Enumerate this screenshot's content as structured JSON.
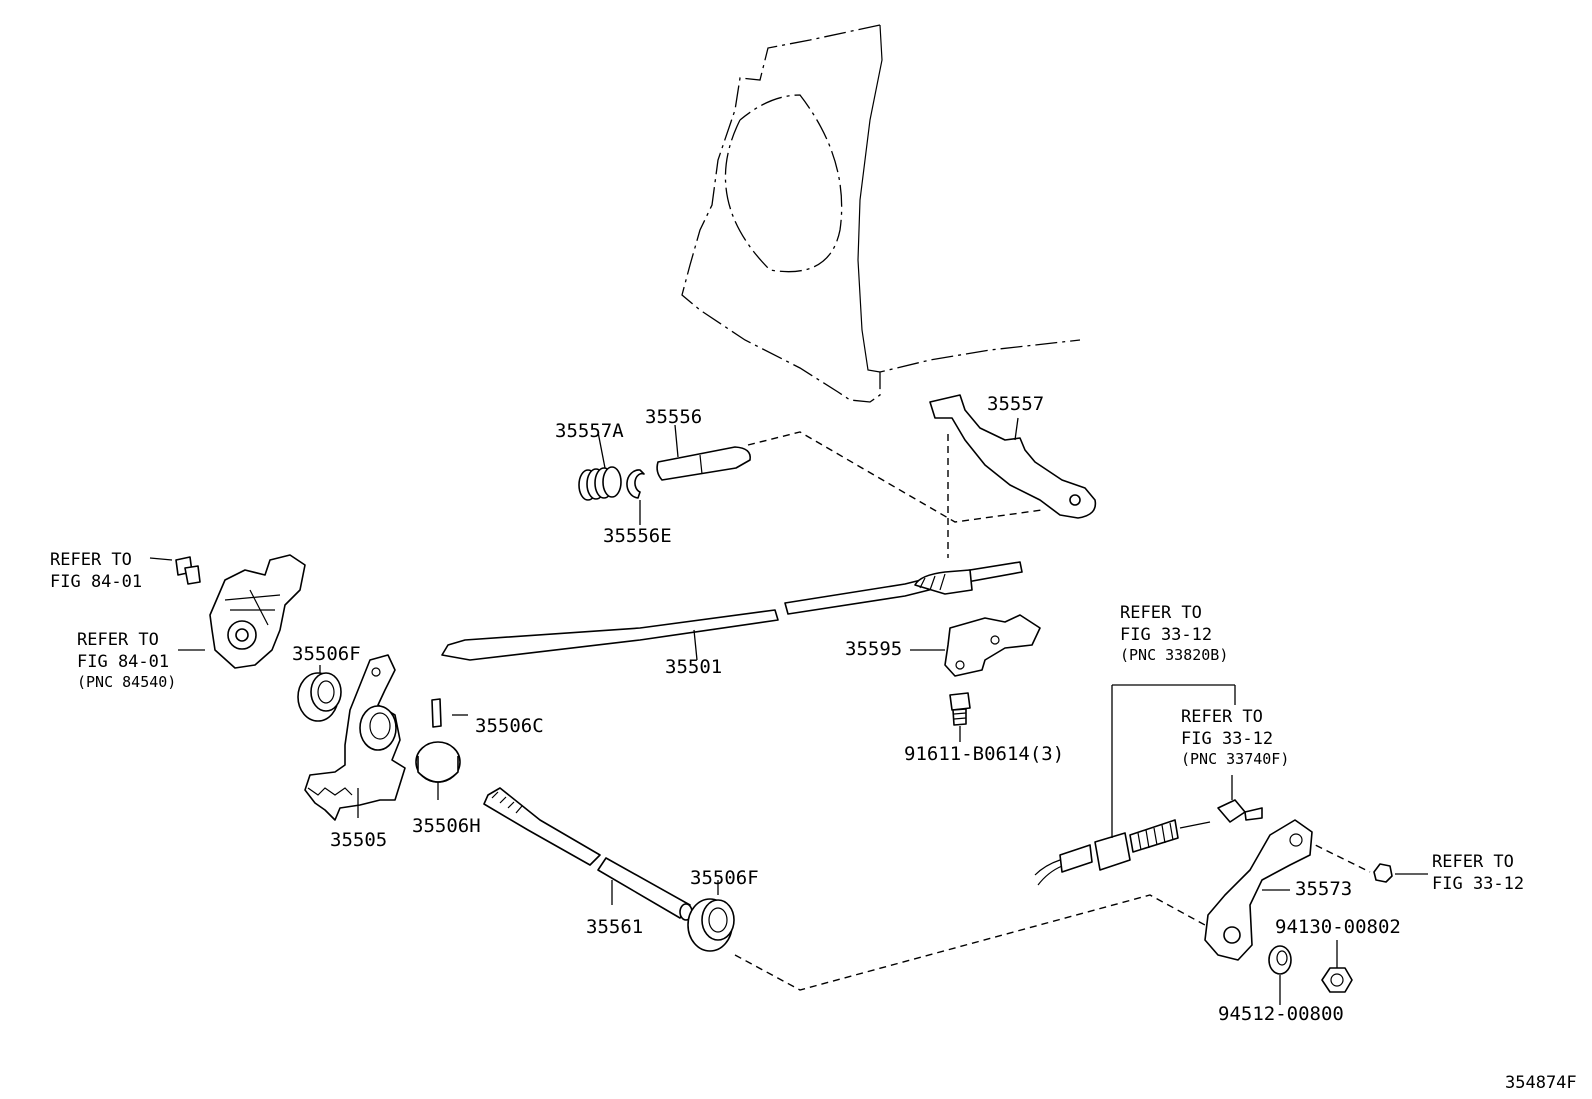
{
  "figure_code": "354874F",
  "parts": {
    "p35557A": "35557A",
    "p35556": "35556",
    "p35556E": "35556E",
    "p35557": "35557",
    "p35501": "35501",
    "p35595": "35595",
    "p91611": "91611-B0614(3)",
    "p35506F_top": "35506F",
    "p35506C": "35506C",
    "p35505": "35505",
    "p35506H": "35506H",
    "p35561": "35561",
    "p35506F_bottom": "35506F",
    "p35573": "35573",
    "p94130": "94130-00802",
    "p94512": "94512-00800"
  },
  "references": {
    "ref_84_01_bolt": {
      "line1": "REFER TO",
      "line2": "FIG 84-01"
    },
    "ref_84_01_switch": {
      "line1": "REFER TO",
      "line2": "FIG 84-01",
      "line3": "(PNC 84540)"
    },
    "ref_33_12_cable": {
      "line1": "REFER TO",
      "line2": "FIG 33-12",
      "line3": "(PNC 33820B)"
    },
    "ref_33_12_end": {
      "line1": "REFER TO",
      "line2": "FIG 33-12",
      "line3": "(PNC 33740F)"
    },
    "ref_33_12_nut": {
      "line1": "REFER TO",
      "line2": "FIG 33-12"
    }
  }
}
